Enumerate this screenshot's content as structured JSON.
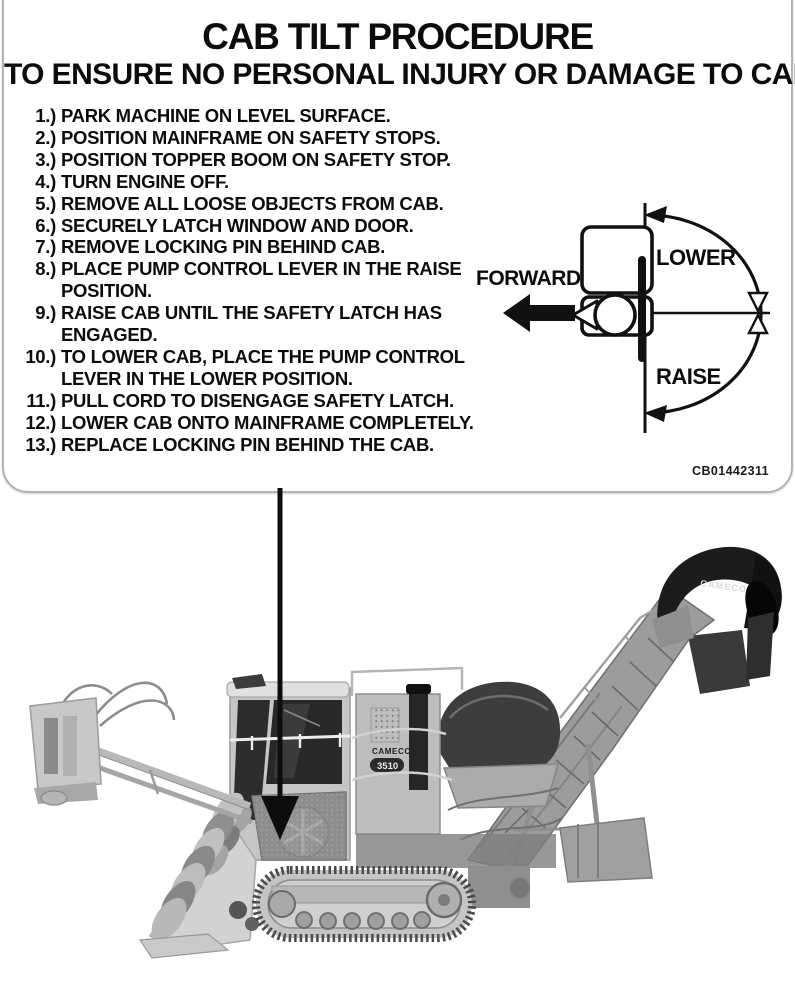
{
  "label": {
    "title": "CAB TILT PROCEDURE",
    "subtitle": "TO ENSURE NO PERSONAL INJURY OR DAMAGE TO CAB",
    "part_number": "CB01442311",
    "steps": [
      {
        "n": "1.)",
        "t1": "PARK MACHINE ON LEVEL SURFACE."
      },
      {
        "n": "2.)",
        "t1": "POSITION MAINFRAME ON SAFETY STOPS."
      },
      {
        "n": "3.)",
        "t1": "POSITION TOPPER BOOM ON SAFETY STOP."
      },
      {
        "n": "4.)",
        "t1": "TURN ENGINE OFF."
      },
      {
        "n": "5.)",
        "t1": "REMOVE ALL LOOSE OBJECTS FROM CAB."
      },
      {
        "n": "6.)",
        "t1": "SECURELY LATCH WINDOW AND DOOR."
      },
      {
        "n": "7.)",
        "t1": "REMOVE LOCKING PIN BEHIND CAB."
      },
      {
        "n": "8.)",
        "t1": "PLACE PUMP CONTROL LEVER IN THE RAISE",
        "t2": "POSITION."
      },
      {
        "n": "9.)",
        "t1": "RAISE CAB UNTIL THE SAFETY LATCH HAS",
        "t2": "ENGAGED."
      },
      {
        "n": "10.)",
        "t1": "TO LOWER CAB, PLACE THE PUMP CONTROL",
        "t2": "LEVER IN THE LOWER POSITION."
      },
      {
        "n": "11.)",
        "t1": "PULL CORD TO DISENGAGE SAFETY LATCH."
      },
      {
        "n": "12.)",
        "t1": "LOWER CAB ONTO MAINFRAME COMPLETELY."
      },
      {
        "n": "13.)",
        "t1": "REPLACE LOCKING PIN BEHIND THE CAB."
      }
    ]
  },
  "diagram": {
    "forward": "FORWARD",
    "lower": "LOWER",
    "raise": "RAISE"
  },
  "machine": {
    "hood_brand": "CAMECO",
    "brand": "CAMECO",
    "model": "3510"
  },
  "colors": {
    "ink": "#111111",
    "label_border": "#b3b3b3",
    "hood_black": "#1c1c1c"
  }
}
